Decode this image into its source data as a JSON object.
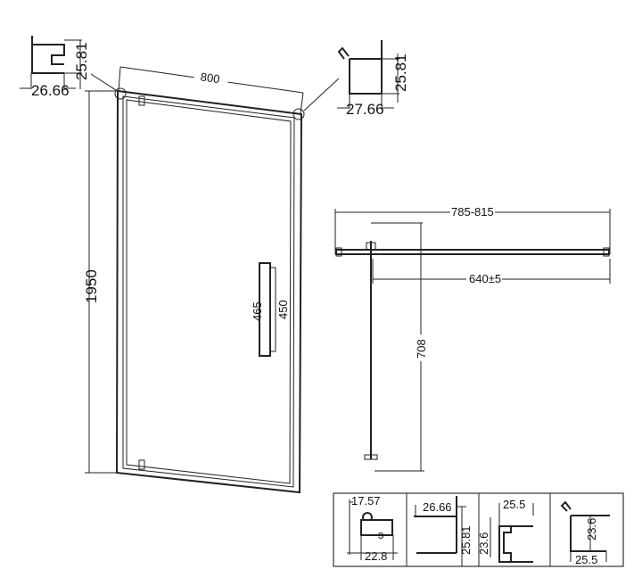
{
  "door": {
    "width_label": "800",
    "height_label": "1950",
    "handle_outer_label": "465",
    "handle_inner_label": "450"
  },
  "profile_top_left": {
    "height_label": "25.81",
    "width_label": "26.66"
  },
  "profile_top_right": {
    "height_label": "25.81",
    "width_label": "27.66"
  },
  "plan_view": {
    "opening_range_label": "785-815",
    "door_width_label": "640±5",
    "swing_depth_label": "708"
  },
  "profiles_table": [
    {
      "top_label": "17.57",
      "bottom_label": "22.8"
    },
    {
      "top_label": "26.66",
      "side_label": "25.81"
    },
    {
      "top_label": "25.5",
      "side_label": "23.6"
    },
    {
      "side_label": "23.6",
      "bottom_label": "25.5"
    }
  ]
}
